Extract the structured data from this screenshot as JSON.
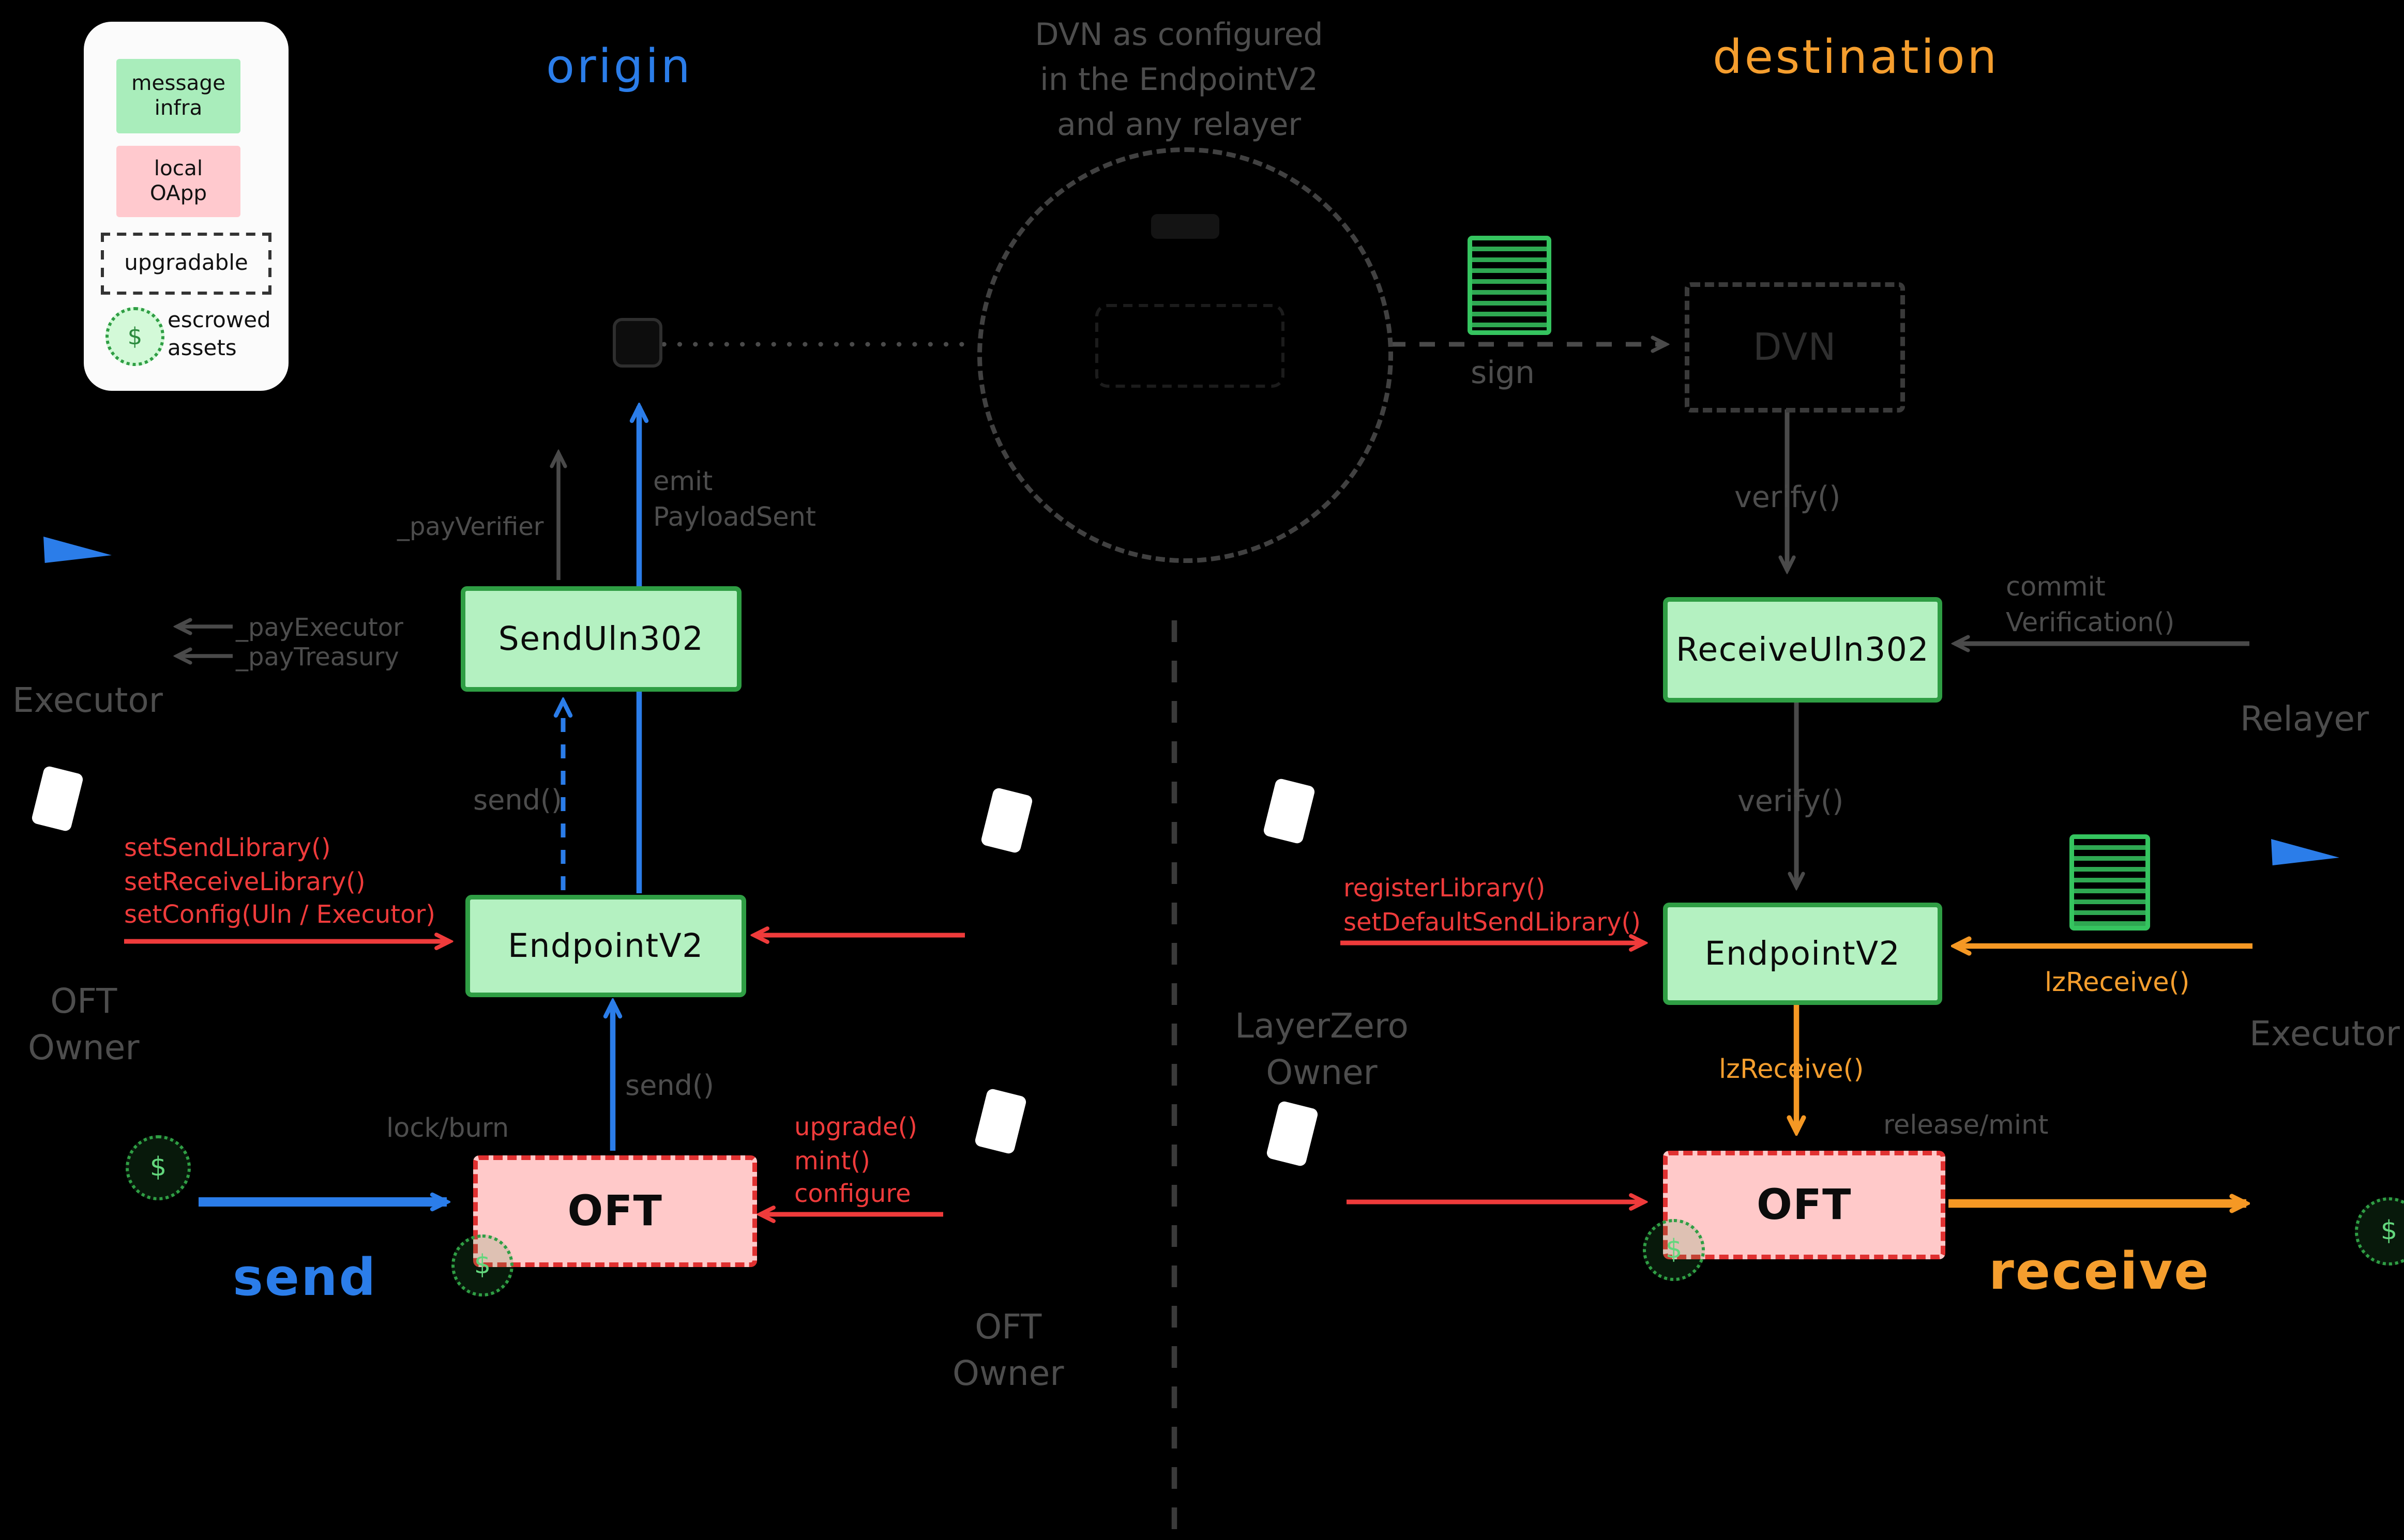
{
  "colors": {
    "background": "#000000",
    "blue": "#2b7de9",
    "red": "#ef3b3b",
    "orange": "#f59e2e",
    "green_fill": "#b4f1c1",
    "green_stroke": "#2f9e44",
    "pink_fill": "#ffc9c9",
    "gray_label": "#4d4d4d"
  },
  "legend": {
    "message_infra": "message\ninfra",
    "local_oapp": "local\nOApp",
    "upgradable": "upgradable",
    "escrowed_assets": "escrowed\nassets",
    "dollar": "$"
  },
  "titles": {
    "origin": "origin",
    "destination": "destination",
    "dvn_caption": "DVN as configured\nin the EndpointV2\nand any relayer"
  },
  "origin": {
    "boxes": {
      "send_uln": "SendUln302",
      "endpoint": "EndpointV2",
      "oft": "OFT"
    },
    "gray": {
      "pay_verifier": "_payVerifier",
      "pay_executor": "_payExecutor",
      "pay_treasury": "_payTreasury",
      "emit_payload": "emit\nPayloadSent",
      "send_call_upper": "send()",
      "send_call_lower": "send()",
      "lock_burn": "lock/burn",
      "executor": "Executor",
      "oft_owner_left": "OFT\nOwner",
      "oft_owner_right": "OFT\nOwner"
    },
    "red": {
      "endpoint_config": "setSendLibrary()\nsetReceiveLibrary()\nsetConfig(Uln / Executor)",
      "oft_admin": "upgrade()\nmint()\nconfigure"
    },
    "blue": {
      "send": "send"
    }
  },
  "destination": {
    "boxes": {
      "receive_uln": "ReceiveUln302",
      "endpoint": "EndpointV2",
      "oft": "OFT",
      "dvn": "DVN"
    },
    "gray": {
      "sign": "sign",
      "verify_upper": "verify()",
      "verify_lower": "verify()",
      "commit_verification": "commit\nVerification()",
      "relayer": "Relayer",
      "executor": "Executor",
      "release_mint": "release/mint",
      "layerzero_owner": "LayerZero\nOwner"
    },
    "red": {
      "endpoint_config": "registerLibrary()\nsetDefaultSendLibrary()"
    },
    "orange": {
      "lz_receive_in": "lzReceive()",
      "lz_receive_down": "lzReceive()",
      "receive": "receive"
    }
  }
}
